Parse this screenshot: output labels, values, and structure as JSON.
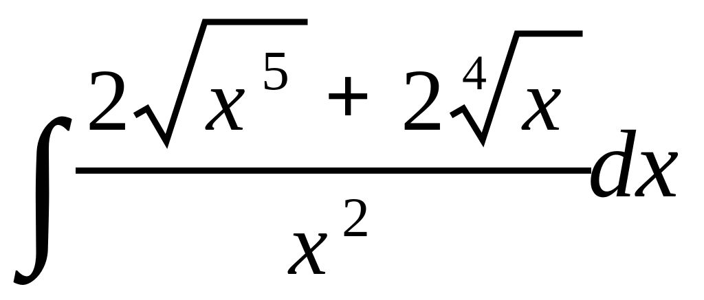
{
  "formula": {
    "integral_sign": "∫",
    "numerator": {
      "term1": {
        "coefficient": "2",
        "radicand_base": "x",
        "radicand_exponent": "5"
      },
      "operator": "+",
      "term2": {
        "coefficient": "2",
        "root_index": "4",
        "radicand_base": "x"
      }
    },
    "denominator": {
      "base": "x",
      "exponent": "2"
    },
    "differential": "dx"
  },
  "colors": {
    "ink": "#000000",
    "background": "#ffffff"
  }
}
